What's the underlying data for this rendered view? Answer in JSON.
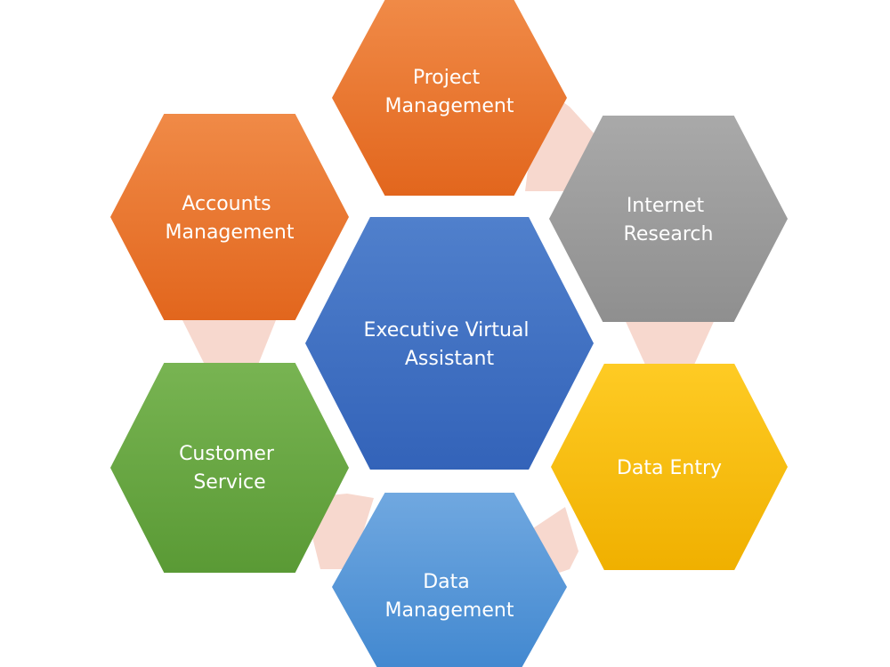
{
  "diagram": {
    "center": {
      "label_lines": [
        "Executive Virtual",
        "Assistant"
      ],
      "color": "#4472c4"
    },
    "nodes": [
      {
        "id": "project-management",
        "label_lines": [
          "Project",
          "Management"
        ],
        "color": "#ed7d31"
      },
      {
        "id": "internet-research",
        "label_lines": [
          "Internet",
          "Research"
        ],
        "color": "#a5a5a5"
      },
      {
        "id": "data-entry",
        "label_lines": [
          "Data Entry"
        ],
        "color": "#ffc000"
      },
      {
        "id": "data-management",
        "label_lines": [
          "Data",
          "Management"
        ],
        "color": "#5b9bd5"
      },
      {
        "id": "customer-service",
        "label_lines": [
          "Customer",
          "Service"
        ],
        "color": "#70ad47"
      },
      {
        "id": "accounts-management",
        "label_lines": [
          "Accounts",
          "Management"
        ],
        "color": "#ed7d31"
      }
    ],
    "connector_color": "#f4cbbd"
  }
}
